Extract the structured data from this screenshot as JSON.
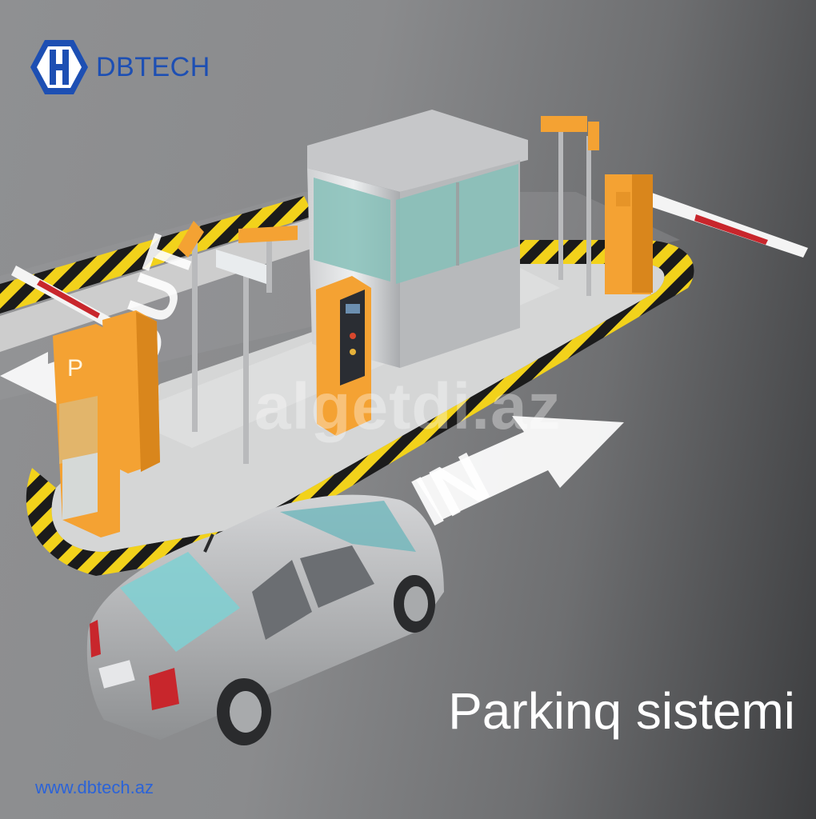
{
  "brand": {
    "logo_icon": "hexagon-db-logo-icon",
    "name": "DBTECH",
    "color": "#1d4fb3"
  },
  "watermark": "algetdi.az",
  "headline": "Parkinq sistemi",
  "website": "www.dbtech.az",
  "road_marks": {
    "entry": "IN",
    "exit": "OUT"
  },
  "colors": {
    "accent_orange": "#f4a233",
    "barrier_red": "#c8262c",
    "hazard_yellow": "#f2d21b",
    "road_grey": "#8a8b8d"
  }
}
